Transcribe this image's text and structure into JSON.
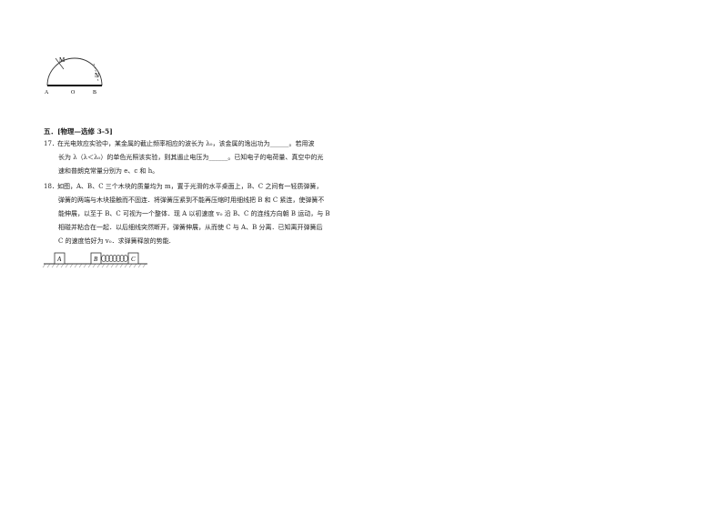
{
  "figure_top": {
    "labels": {
      "a": "A",
      "o": "O",
      "b": "B",
      "m": "M",
      "n": "N"
    }
  },
  "section": {
    "title": "五．[物理—选修 3-5]"
  },
  "q17": {
    "number": "17．",
    "lines": [
      "在光电效应实验中，某金属的截止频率相应的波长为 λ₀，该金属的逸出功为______。若用波",
      "长为 λ（λ＜λ₀）的单色光照该实验，则其遏止电压为______。已知电子的电荷量、真空中的光",
      "速和普朗克常量分别为 e、c 和 h。"
    ]
  },
  "q18": {
    "number": "18．",
    "lines": [
      "如图，A、B、C 三个木块的质量均为 m，置于光滑的水平桌面上，B、C 之间有一轻质弹簧，",
      "弹簧的两端与木块接触而不固连．将弹簧压紧到不能再压缩时用细线把 B 和 C 紧连，使弹簧不",
      "能伸展，以至于 B、C 可视为一个整体．现 A 以初速度 v₀ 沿 B、C 的连线方向朝 B 运动，与 B",
      "相碰并粘合在一起．以后细线突然断开，弹簧伸展，从而使 C 与 A、B 分离．已知离开弹簧后",
      "C 的速度恰好为 v₀．求弹簧释放的势能."
    ]
  },
  "figure_blocks": {
    "labels": {
      "a": "A",
      "b": "B",
      "c": "C"
    }
  }
}
